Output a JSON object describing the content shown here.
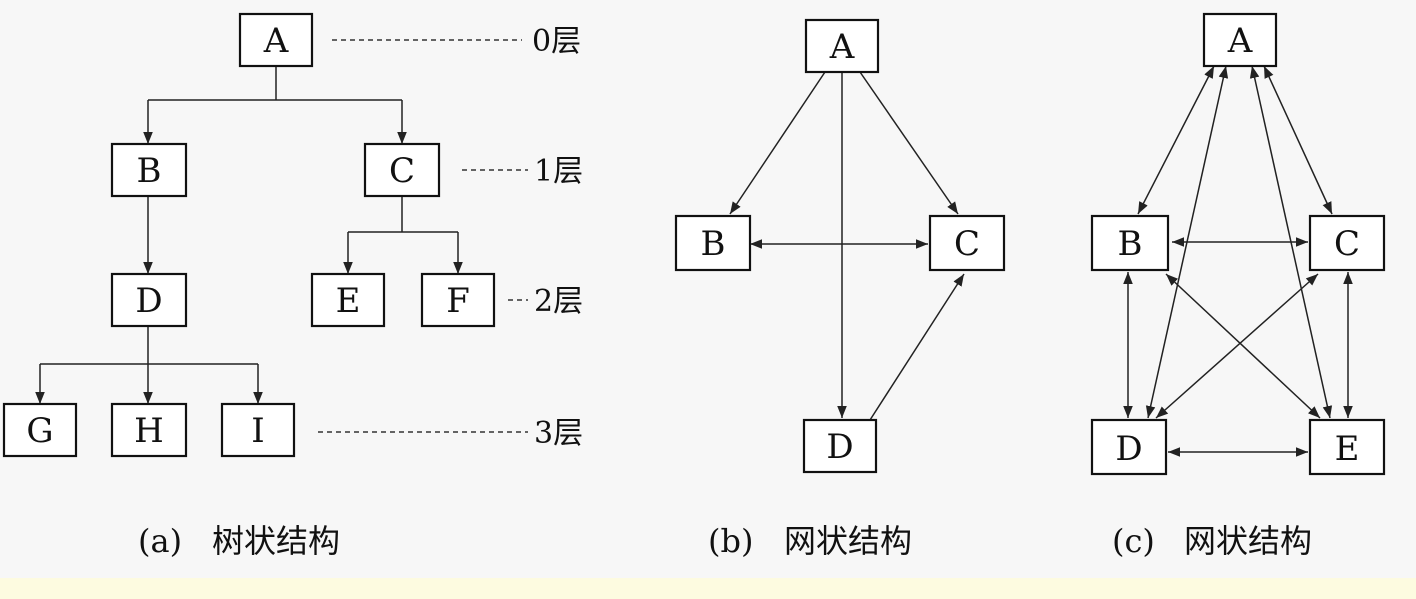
{
  "background_color": "#f7f7f7",
  "footer_band_color": "#fdfbe0",
  "diagram_a": {
    "caption_tag": "(a)",
    "caption_text": "树状结构",
    "nodes": [
      "A",
      "B",
      "C",
      "D",
      "E",
      "F",
      "G",
      "H",
      "I"
    ],
    "levels": [
      "0层",
      "1层",
      "2层",
      "3层"
    ]
  },
  "diagram_b": {
    "caption_tag": "(b)",
    "caption_text": "网状结构",
    "nodes": [
      "A",
      "B",
      "C",
      "D"
    ]
  },
  "diagram_c": {
    "caption_tag": "(c)",
    "caption_text": "网状结构",
    "nodes": [
      "A",
      "B",
      "C",
      "D",
      "E"
    ]
  }
}
